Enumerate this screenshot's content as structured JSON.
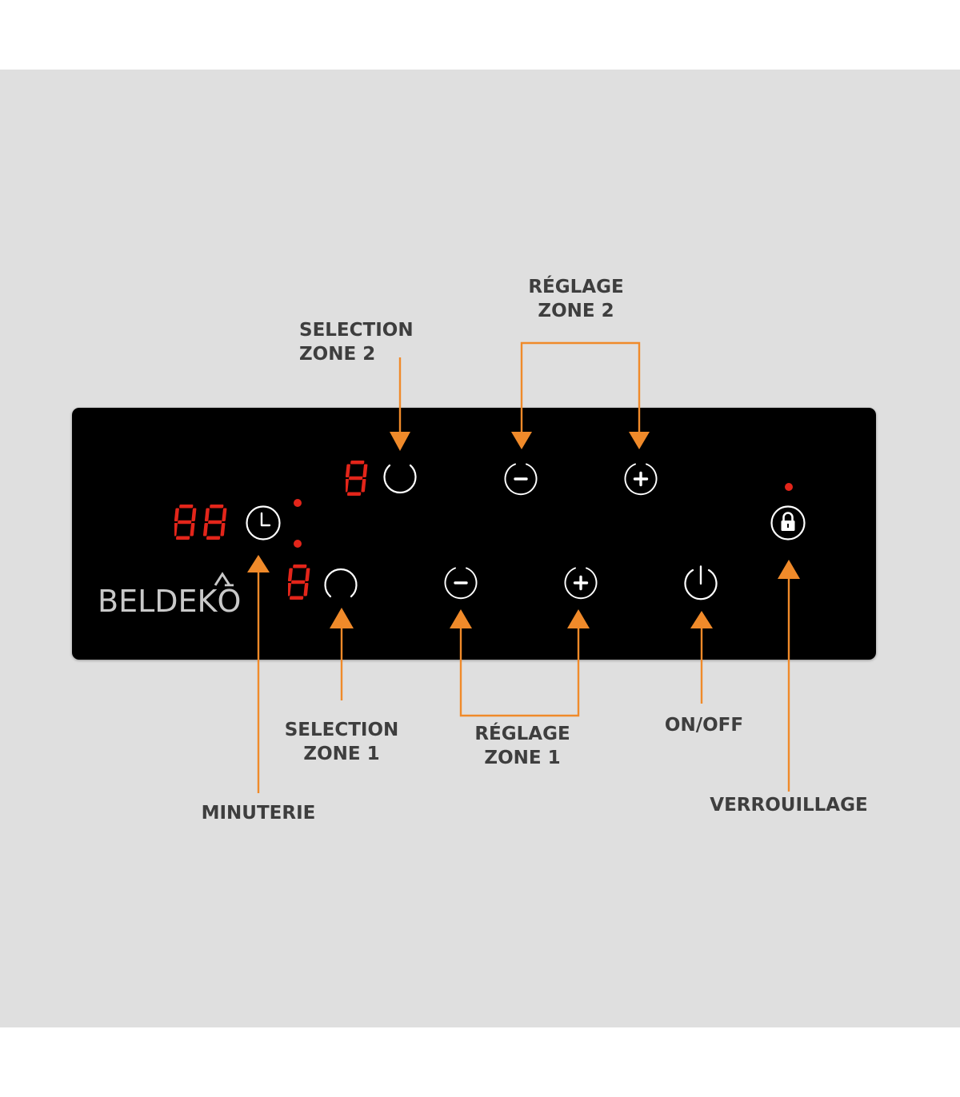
{
  "brand": {
    "name": "BELDEKŌ"
  },
  "colors": {
    "background": "#dfdfdf",
    "panel": "#000000",
    "accent_arrow": "#f08a2a",
    "led": "#e3251a",
    "label_text": "#3e3e3e",
    "icon_stroke": "#ffffff"
  },
  "displays": {
    "timer": "88",
    "zone2": "8",
    "zone1": "8"
  },
  "labels": {
    "selection_zone2": [
      "SELECTION",
      "ZONE 2"
    ],
    "reglage_zone2": [
      "RÉGLAGE",
      "ZONE 2"
    ],
    "selection_zone1": [
      "SELECTION",
      "ZONE 1"
    ],
    "reglage_zone1": [
      "RÉGLAGE",
      "ZONE 1"
    ],
    "on_off": [
      "ON/OFF"
    ],
    "minuterie": [
      "MINUTERIE"
    ],
    "verrouillage": [
      "VERROUILLAGE"
    ]
  },
  "icons": {
    "zone2_select": "zone-select-icon",
    "zone2_minus": "minus-icon",
    "zone2_plus": "plus-icon",
    "zone1_select": "zone-select-icon",
    "zone1_minus": "minus-icon",
    "zone1_plus": "plus-icon",
    "timer": "clock-icon",
    "power": "power-icon",
    "lock": "lock-icon"
  }
}
